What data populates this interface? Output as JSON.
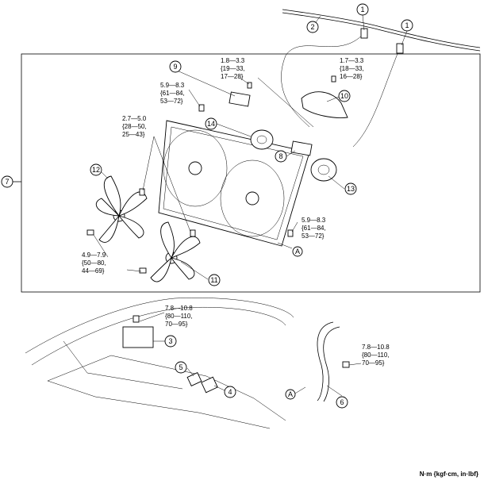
{
  "callouts": {
    "c1": "1",
    "c2": "2",
    "c3": "3",
    "c4": "4",
    "c5": "5",
    "c6": "6",
    "c7": "7",
    "c8": "8",
    "c9": "9",
    "c10": "10",
    "c11": "11",
    "c12": "12",
    "c13": "13",
    "c14": "14",
    "refA": "A"
  },
  "torques": {
    "t1": [
      "1.8—3.3",
      "{19—33,",
      "17—28}"
    ],
    "t2": [
      "1.7—3.3",
      "{18—33,",
      "16—28}"
    ],
    "t3": [
      "5.9—8.3",
      "{61—84,",
      "53—72}"
    ],
    "t4": [
      "2.7—5.0",
      "{28—50,",
      "25—43}"
    ],
    "t5": [
      "5.9—8.3",
      "{61—84,",
      "53—72}"
    ],
    "t6": [
      "4.9—7.9",
      "{50—80,",
      "44—69}"
    ],
    "t7": [
      "7.8—10.8",
      "{80—110,",
      "70—95}"
    ],
    "t8": [
      "7.8—10.8",
      "{80—110,",
      "70—95}"
    ]
  },
  "units": "N·m {kgf·cm, in·lbf}"
}
